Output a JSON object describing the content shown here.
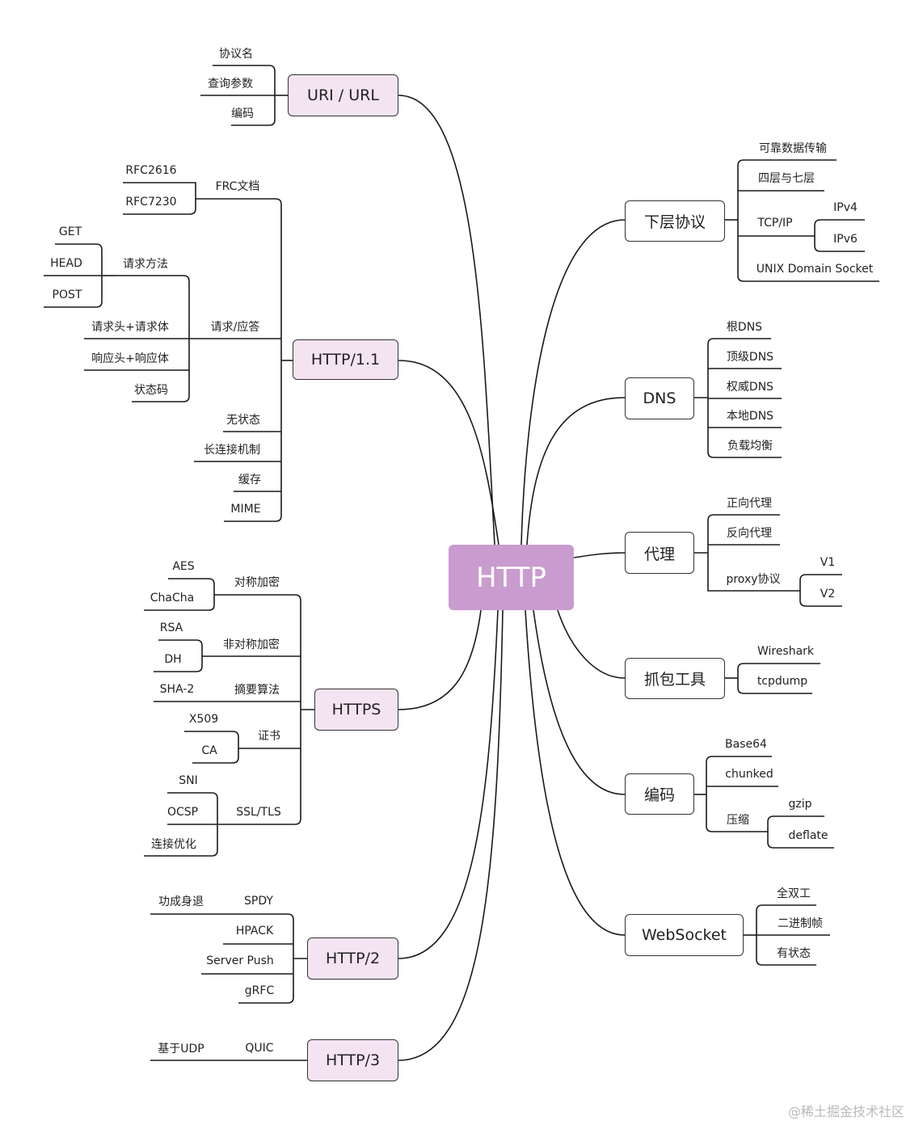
{
  "center": "HTTP",
  "left": {
    "uri": {
      "title": "URI /  URL",
      "items": [
        "协议名",
        "查询参数",
        "编码"
      ]
    },
    "http11": {
      "title": "HTTP/1.1",
      "frc": {
        "label": "FRC文档",
        "items": [
          "RFC2616",
          "RFC7230"
        ]
      },
      "req": {
        "label": "请求/应答",
        "method": {
          "label": "请求方法",
          "items": [
            "GET",
            "HEAD",
            "POST"
          ]
        },
        "items": [
          "请求头+请求体",
          "响应头+响应体",
          "状态码"
        ]
      },
      "items": [
        "无状态",
        "长连接机制",
        "缓存",
        "MIME"
      ]
    },
    "https": {
      "title": "HTTPS",
      "sym": {
        "label": "对称加密",
        "items": [
          "AES",
          "ChaCha"
        ]
      },
      "asym": {
        "label": "非对称加密",
        "items": [
          "RSA",
          "DH"
        ]
      },
      "digest": {
        "label": "摘要算法",
        "items": [
          "SHA-2"
        ]
      },
      "cert": {
        "label": "证书",
        "items": [
          "X509",
          "CA"
        ]
      },
      "ssl": {
        "label": "SSL/TLS",
        "items": [
          "SNI",
          "OCSP",
          "连接优化"
        ]
      }
    },
    "http2": {
      "title": "HTTP/2",
      "spdy": {
        "label": "SPDY",
        "items": [
          "功成身退"
        ]
      },
      "items": [
        "HPACK",
        "Server Push",
        "gRFC"
      ]
    },
    "http3": {
      "title": "HTTP/3",
      "quic": {
        "label": "QUIC",
        "items": [
          "基于UDP"
        ]
      }
    }
  },
  "right": {
    "lower": {
      "title": "下层协议",
      "items": [
        "可靠数据传输",
        "四层与七层"
      ],
      "tcp": {
        "label": "TCP/IP",
        "items": [
          "IPv4",
          "IPv6"
        ]
      },
      "unix": "UNIX Domain Socket"
    },
    "dns": {
      "title": "DNS",
      "items": [
        "根DNS",
        "顶级DNS",
        "权威DNS",
        "本地DNS",
        "负载均衡"
      ]
    },
    "proxy": {
      "title": "代理",
      "items": [
        "正向代理",
        "反向代理"
      ],
      "proto": {
        "label": "proxy协议",
        "items": [
          "V1",
          "V2"
        ]
      }
    },
    "capture": {
      "title": "抓包工具",
      "items": [
        "Wireshark",
        "tcpdump"
      ]
    },
    "encoding": {
      "title": "编码",
      "items": [
        "Base64",
        "chunked"
      ],
      "compress": {
        "label": "压缩",
        "items": [
          "gzip",
          "deflate"
        ]
      }
    },
    "websocket": {
      "title": "WebSocket",
      "items": [
        "全双工",
        "二进制帧",
        "有状态"
      ]
    }
  },
  "watermark": "@稀土掘金技术社区"
}
